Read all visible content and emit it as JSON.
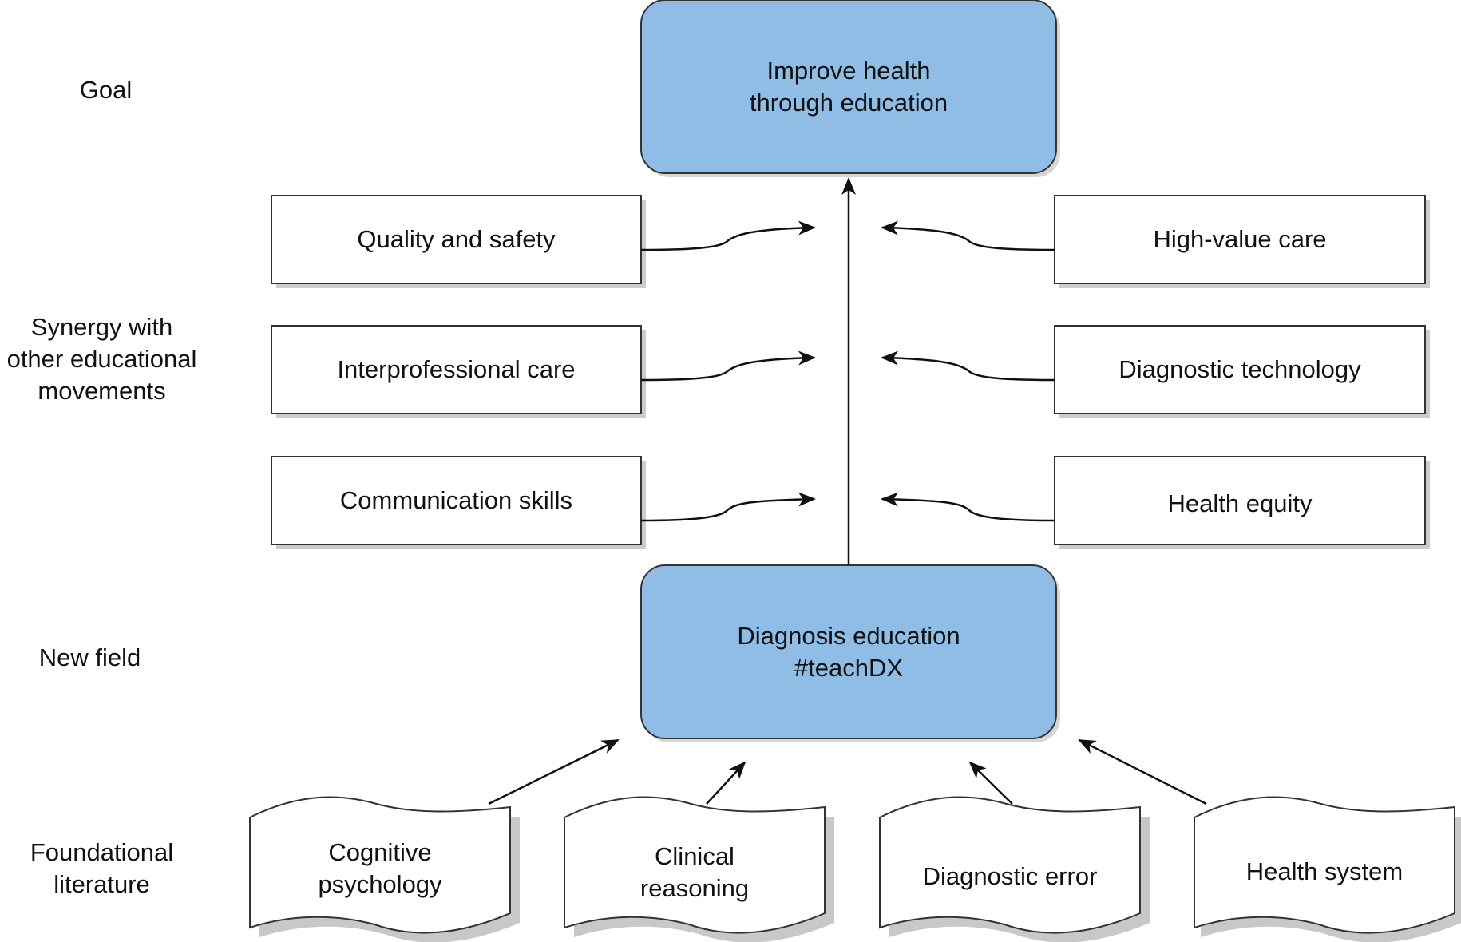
{
  "row_labels": {
    "goal": "Goal",
    "synergy": "Synergy with\nother educational\nmovements",
    "new_field": "New field",
    "foundational": "Foundational\nliterature"
  },
  "goal_box": {
    "line1": "Improve health",
    "line2": "through education"
  },
  "synergy_left": [
    "Quality and safety",
    "Interprofessional care",
    "Communication skills"
  ],
  "synergy_right": [
    "High-value care",
    "Diagnostic technology",
    "Health equity"
  ],
  "new_field_box": {
    "line1": "Diagnosis education",
    "line2": "#teachDX"
  },
  "foundational_docs": [
    "Cognitive\npsychology",
    "Clinical\nreasoning",
    "Diagnostic error",
    "Health system"
  ],
  "colors": {
    "blue_box_fill": "#8fbde6",
    "box_stroke": "#333333",
    "shadow": "#c8c8c8",
    "arrow": "#111111"
  }
}
